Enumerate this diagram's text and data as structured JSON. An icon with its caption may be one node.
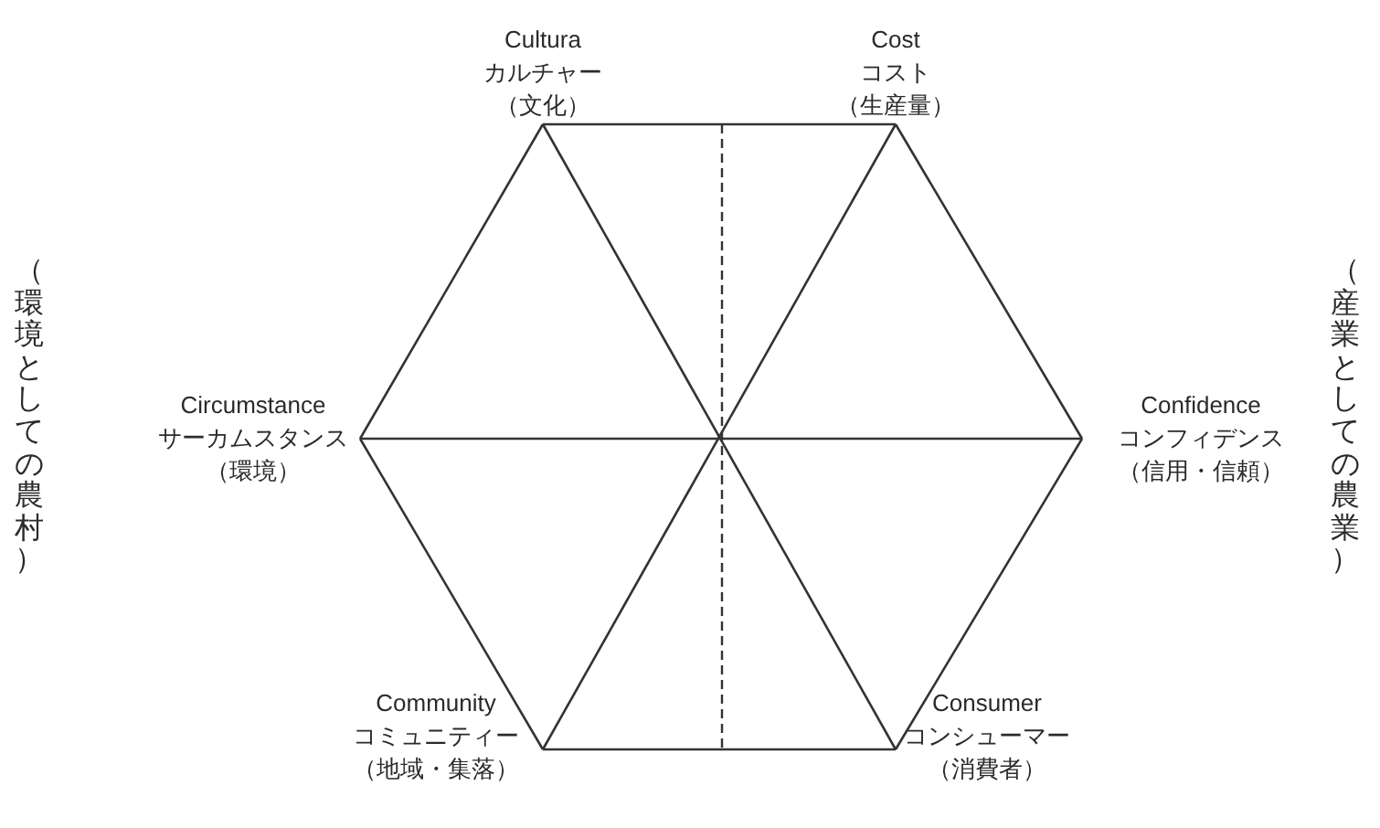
{
  "diagram": {
    "nodes": [
      {
        "text": [
          "Cultura",
          "カルチャー",
          "（文化）"
        ]
      },
      {
        "text": [
          "Cost",
          "コスト",
          "（生産量）"
        ]
      },
      {
        "text": [
          "Circumstance",
          "サーカムスタンス",
          "（環境）"
        ]
      },
      {
        "text": [
          "Confidence",
          "コンフィデンス",
          "（信用・信頼）"
        ]
      },
      {
        "text": [
          "Community",
          "コミュニティー",
          "（地域・集落）"
        ]
      },
      {
        "text": [
          "Consumer",
          "コンシューマー",
          "（消費者）"
        ]
      }
    ],
    "edges": [
      {
        "from": 0,
        "to": 1,
        "arrow": "none"
      },
      {
        "from": 1,
        "to": 3,
        "arrow": "none"
      },
      {
        "from": 3,
        "to": 5,
        "arrow": "none"
      },
      {
        "from": 5,
        "to": 4,
        "arrow": "none"
      },
      {
        "from": 4,
        "to": 2,
        "arrow": "none"
      },
      {
        "from": 2,
        "to": 0,
        "arrow": "none"
      },
      {
        "from": 0,
        "to": 5,
        "arrow": "none"
      },
      {
        "from": 1,
        "to": 4,
        "arrow": "none"
      },
      {
        "from": 2,
        "to": 3,
        "arrow": "none"
      }
    ],
    "labels": [
      "（環境としての農村）",
      "（産業としての農業）"
    ]
  }
}
